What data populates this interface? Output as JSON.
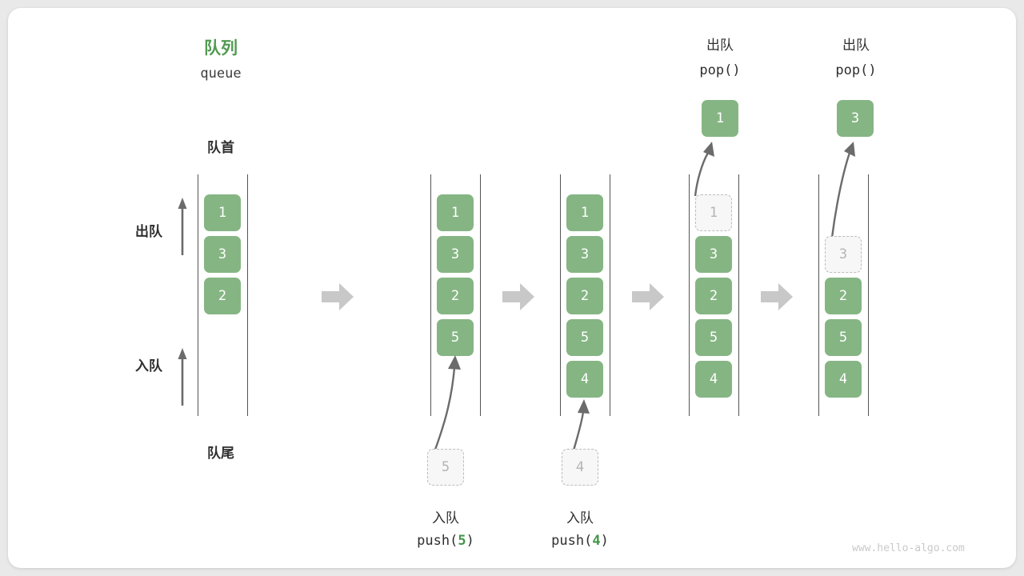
{
  "diagram": {
    "title_cn": "队列",
    "title_en": "queue",
    "head_label": "队首",
    "tail_label": "队尾",
    "dequeue_marker": "出队",
    "enqueue_marker": "入队",
    "watermark": "www.hello-algo.com",
    "colors": {
      "card_green": "#85b583",
      "title_green": "#519a51",
      "ghost_fill": "#f7f7f7",
      "ghost_border": "#bcbcbc",
      "rail": "#555555",
      "arrow_gray": "#c8c8c8",
      "curve_arrow": "#6b6b6b",
      "page_bg": "#ffffff"
    }
  },
  "columns": [
    {
      "id": "initial",
      "cards": [
        {
          "value": "1",
          "state": "filled"
        },
        {
          "value": "3",
          "state": "filled"
        },
        {
          "value": "2",
          "state": "filled"
        }
      ]
    },
    {
      "id": "after-push-5",
      "cards": [
        {
          "value": "1",
          "state": "filled"
        },
        {
          "value": "3",
          "state": "filled"
        },
        {
          "value": "2",
          "state": "filled"
        },
        {
          "value": "5",
          "state": "filled"
        }
      ],
      "source_card": {
        "value": "5",
        "state": "ghost"
      },
      "op_cn": "入队",
      "op_code_prefix": "push(",
      "op_code_value": "5",
      "op_code_suffix": ")"
    },
    {
      "id": "after-push-4",
      "cards": [
        {
          "value": "1",
          "state": "filled"
        },
        {
          "value": "3",
          "state": "filled"
        },
        {
          "value": "2",
          "state": "filled"
        },
        {
          "value": "5",
          "state": "filled"
        },
        {
          "value": "4",
          "state": "filled"
        }
      ],
      "source_card": {
        "value": "4",
        "state": "ghost"
      },
      "op_cn": "入队",
      "op_code_prefix": "push(",
      "op_code_value": "4",
      "op_code_suffix": ")"
    },
    {
      "id": "after-pop-1",
      "cards": [
        {
          "value": "1",
          "state": "ghost"
        },
        {
          "value": "3",
          "state": "filled"
        },
        {
          "value": "2",
          "state": "filled"
        },
        {
          "value": "5",
          "state": "filled"
        },
        {
          "value": "4",
          "state": "filled"
        }
      ],
      "popped_card": {
        "value": "1",
        "state": "filled"
      },
      "op_cn": "出队",
      "op_code": "pop()"
    },
    {
      "id": "after-pop-3",
      "cards": [
        {
          "value": "",
          "state": "empty"
        },
        {
          "value": "3",
          "state": "ghost"
        },
        {
          "value": "2",
          "state": "filled"
        },
        {
          "value": "5",
          "state": "filled"
        },
        {
          "value": "4",
          "state": "filled"
        }
      ],
      "popped_card": {
        "value": "3",
        "state": "filled"
      },
      "op_cn": "出队",
      "op_code": "pop()"
    }
  ]
}
